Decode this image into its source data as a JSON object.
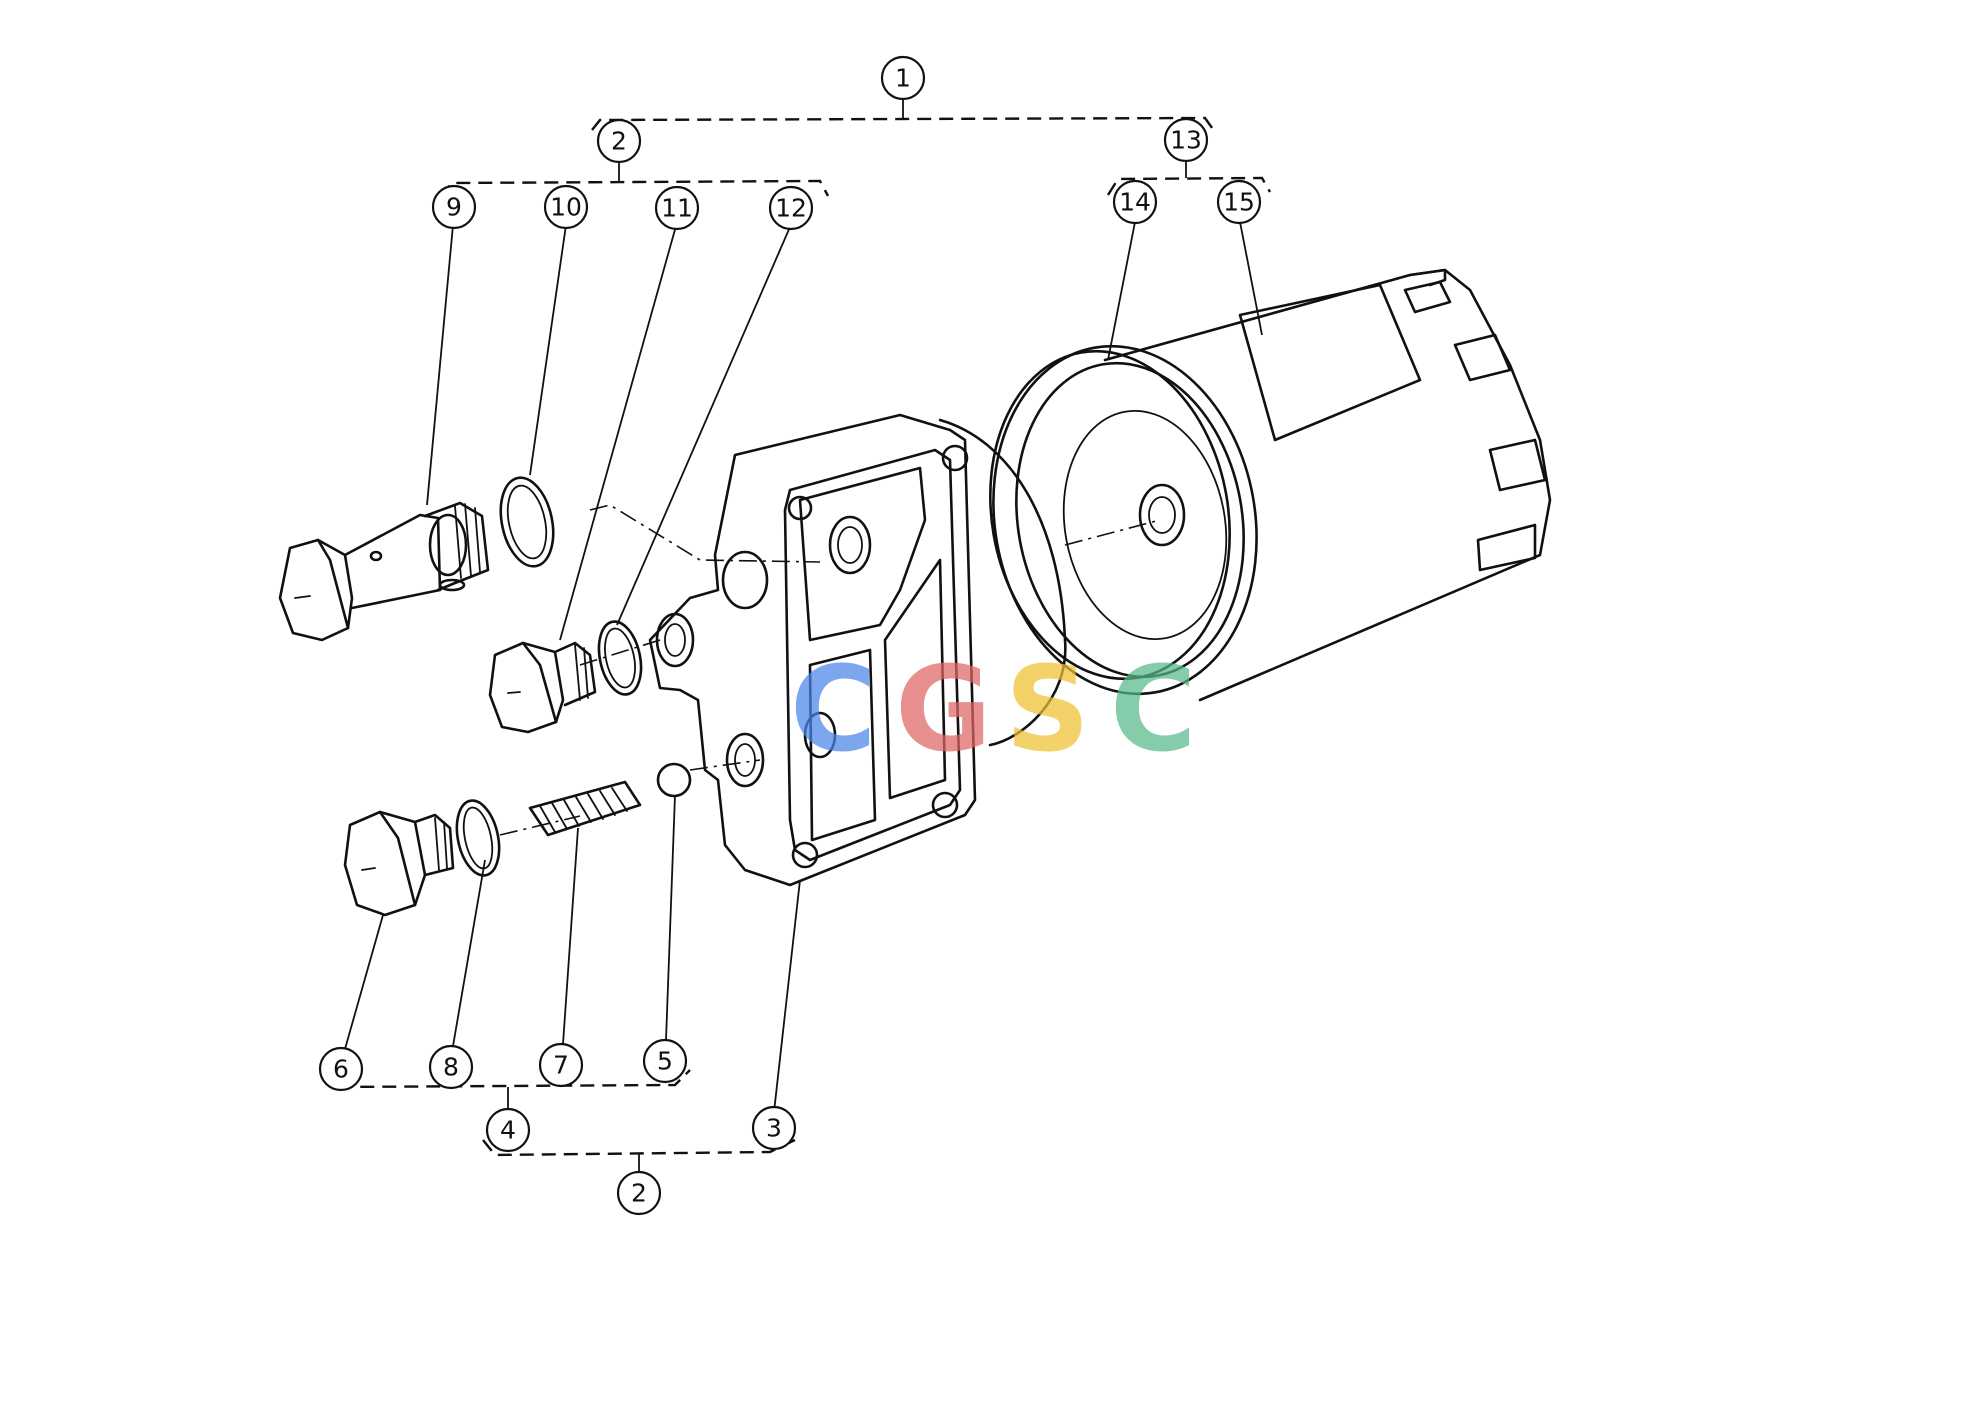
{
  "callouts": {
    "c1": "1",
    "c2_top": "2",
    "c13": "13",
    "c9": "9",
    "c10": "10",
    "c11": "11",
    "c12": "12",
    "c14": "14",
    "c15": "15",
    "c6": "6",
    "c8": "8",
    "c7": "7",
    "c5": "5",
    "c4": "4",
    "c3": "3",
    "c2_bottom": "2"
  },
  "watermark": {
    "letters": [
      "C",
      "G",
      "S",
      "C"
    ],
    "colors": [
      "#4a86e8",
      "#e06666",
      "#f1c232",
      "#57bb8a"
    ]
  }
}
